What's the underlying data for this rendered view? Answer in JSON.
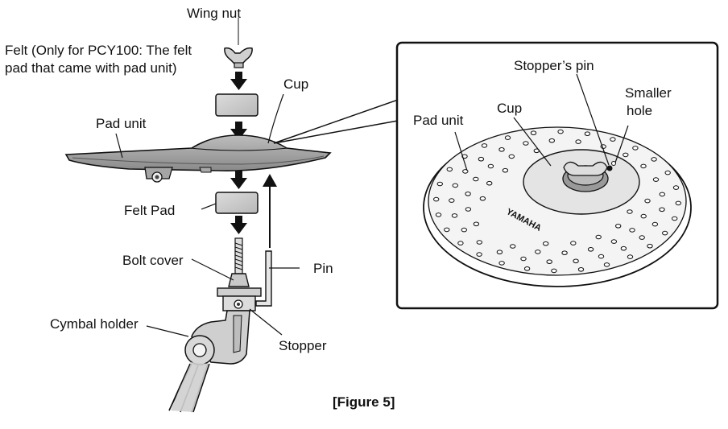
{
  "labels": {
    "wing_nut": "Wing nut",
    "felt_line1": "Felt (Only for PCY100: The felt",
    "felt_line2": "pad that came with pad unit)",
    "cup": "Cup",
    "pad_unit": "Pad unit",
    "felt_pad": "Felt Pad",
    "bolt_cover": "Bolt cover",
    "pin": "Pin",
    "cymbal_holder": "Cymbal holder",
    "stopper": "Stopper",
    "detail_stoppers_pin": "Stopper’s pin",
    "detail_smaller_hole_line1": "Smaller",
    "detail_smaller_hole_line2": "hole",
    "detail_cup": "Cup",
    "detail_pad_unit": "Pad unit",
    "brand": "YAMAHA"
  },
  "caption": "[Figure 5]"
}
